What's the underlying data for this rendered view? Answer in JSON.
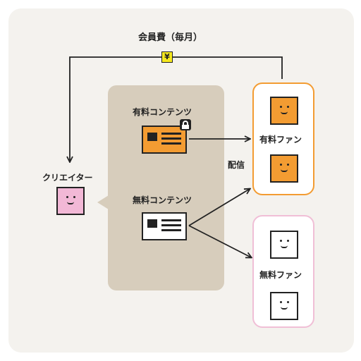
{
  "fee": {
    "label": "会員費（毎月）",
    "symbol": "¥"
  },
  "creator": {
    "label": "クリエイター"
  },
  "paid_content": {
    "label": "有料コンテンツ"
  },
  "free_content": {
    "label": "無料コンテンツ"
  },
  "delivery": {
    "label": "配信"
  },
  "paid_fans": {
    "label": "有料ファン"
  },
  "free_fans": {
    "label": "無料ファン"
  },
  "colors": {
    "background": "#f4f2ee",
    "bubble": "#d7cdbc",
    "paid_orange": "#f39c32",
    "creator_pink": "#f2b8d6",
    "free_border_pink": "#f0bfd6",
    "yen_yellow": "#f5e81e",
    "line": "#222222"
  }
}
